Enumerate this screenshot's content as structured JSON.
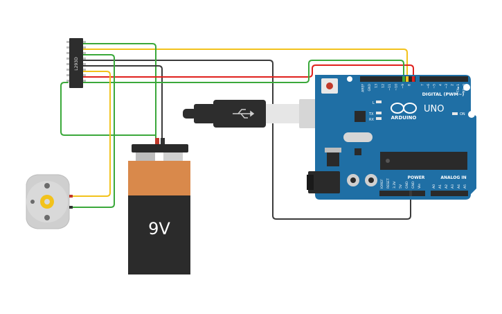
{
  "chip": {
    "label": "L293D"
  },
  "battery": {
    "label": "9V"
  },
  "arduino": {
    "brand": "ARDUINO",
    "model": "UNO",
    "digital_label": "DIGITAL (PWM~)",
    "power_label": "POWER",
    "analog_label": "ANALOG IN",
    "on_label": "ON",
    "led_l": "L",
    "led_tx": "TX",
    "led_rx": "RX",
    "digital_pins": [
      "AREF",
      "GND",
      "13",
      "12",
      "~11",
      "~10",
      "~9",
      "8",
      "7",
      "~6",
      "~5",
      "4",
      "~3",
      "2",
      "TX►1",
      "RX◄0"
    ],
    "power_pins": [
      "IOREF",
      "RESET",
      "3.3V",
      "5V",
      "GND",
      "GND",
      "Vin"
    ],
    "analog_pins": [
      "A0",
      "A1",
      "A2",
      "A3",
      "A4",
      "A5"
    ]
  },
  "colors": {
    "board": "#1f6fa5",
    "wire_red": "#e0201c",
    "wire_green": "#3aa83a",
    "wire_yellow": "#f2c21b",
    "wire_black": "#3a3a3a",
    "battery_top": "#d9894b",
    "battery_body": "#2b2b2b"
  }
}
